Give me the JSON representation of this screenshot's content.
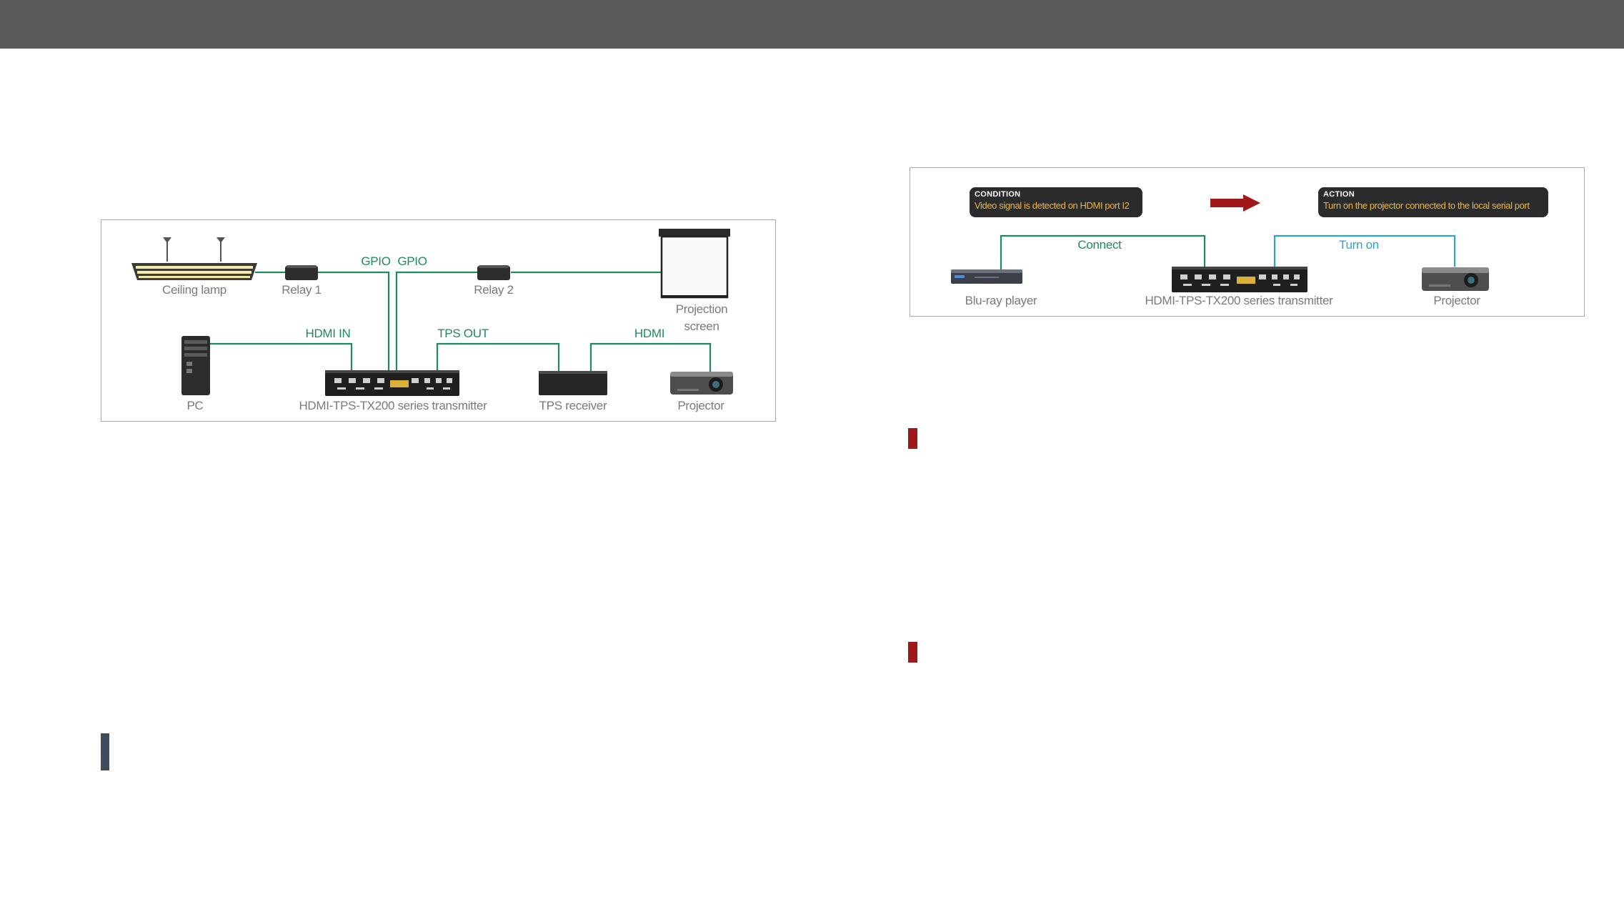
{
  "colors": {
    "topbar": "#5a5a5a",
    "connection_green": "#1f8a5a",
    "connection_blue": "#29a3cf",
    "arrow_red": "#a01818",
    "marker_red": "#a01818",
    "marker_slate": "#3e4d5e",
    "condition_text": "#f0b63a"
  },
  "left_diagram": {
    "devices": {
      "ceiling_lamp": "Ceiling lamp",
      "relay1": "Relay 1",
      "relay2": "Relay 2",
      "projection_screen_line1": "Projection",
      "projection_screen_line2": "screen",
      "pc": "PC",
      "transmitter": "HDMI-TPS-TX200 series transmitter",
      "tps_receiver": "TPS receiver",
      "projector": "Projector"
    },
    "connections": {
      "gpio_a": "GPIO",
      "gpio_b": "GPIO",
      "hdmi_in": "HDMI IN",
      "tps_out": "TPS OUT",
      "hdmi": "HDMI"
    }
  },
  "right_diagram": {
    "condition": {
      "title": "CONDITION",
      "text": "Video signal is detected on HDMI port I2"
    },
    "action": {
      "title": "ACTION",
      "text": "Turn on the projector connected to the local serial port"
    },
    "connections": {
      "connect": "Connect",
      "turn_on": "Turn on"
    },
    "devices": {
      "bluray": "Blu-ray player",
      "transmitter": "HDMI-TPS-TX200 series transmitter",
      "projector": "Projector"
    }
  },
  "icons": [
    "lamp-icon",
    "relay-icon",
    "projection-screen-icon",
    "pc-tower-icon",
    "transmitter-icon",
    "tps-receiver-icon",
    "projector-icon",
    "bluray-player-icon",
    "arrow-right-icon"
  ]
}
